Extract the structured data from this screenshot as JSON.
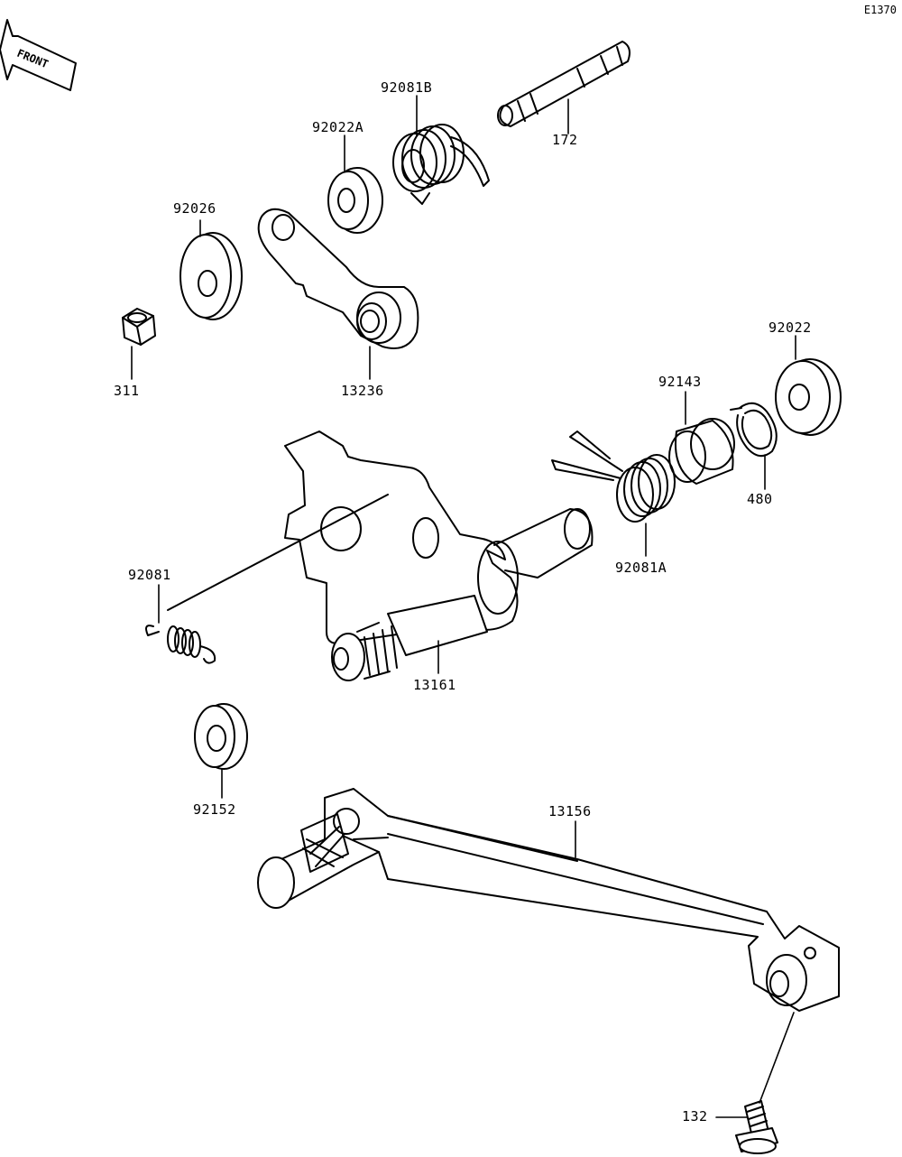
{
  "diagram_code": "E1370",
  "front_label": "FRONT",
  "parts": [
    {
      "id": "p172",
      "number": "172"
    },
    {
      "id": "p92081b",
      "number": "92081B"
    },
    {
      "id": "p92022a",
      "number": "92022A"
    },
    {
      "id": "p92026",
      "number": "92026"
    },
    {
      "id": "p311",
      "number": "311"
    },
    {
      "id": "p13236",
      "number": "13236"
    },
    {
      "id": "p92022",
      "number": "92022"
    },
    {
      "id": "p92143",
      "number": "92143"
    },
    {
      "id": "p480",
      "number": "480"
    },
    {
      "id": "p92081a",
      "number": "92081A"
    },
    {
      "id": "p92081",
      "number": "92081"
    },
    {
      "id": "p13161",
      "number": "13161"
    },
    {
      "id": "p92152",
      "number": "92152"
    },
    {
      "id": "p13156",
      "number": "13156"
    },
    {
      "id": "p132",
      "number": "132"
    }
  ]
}
